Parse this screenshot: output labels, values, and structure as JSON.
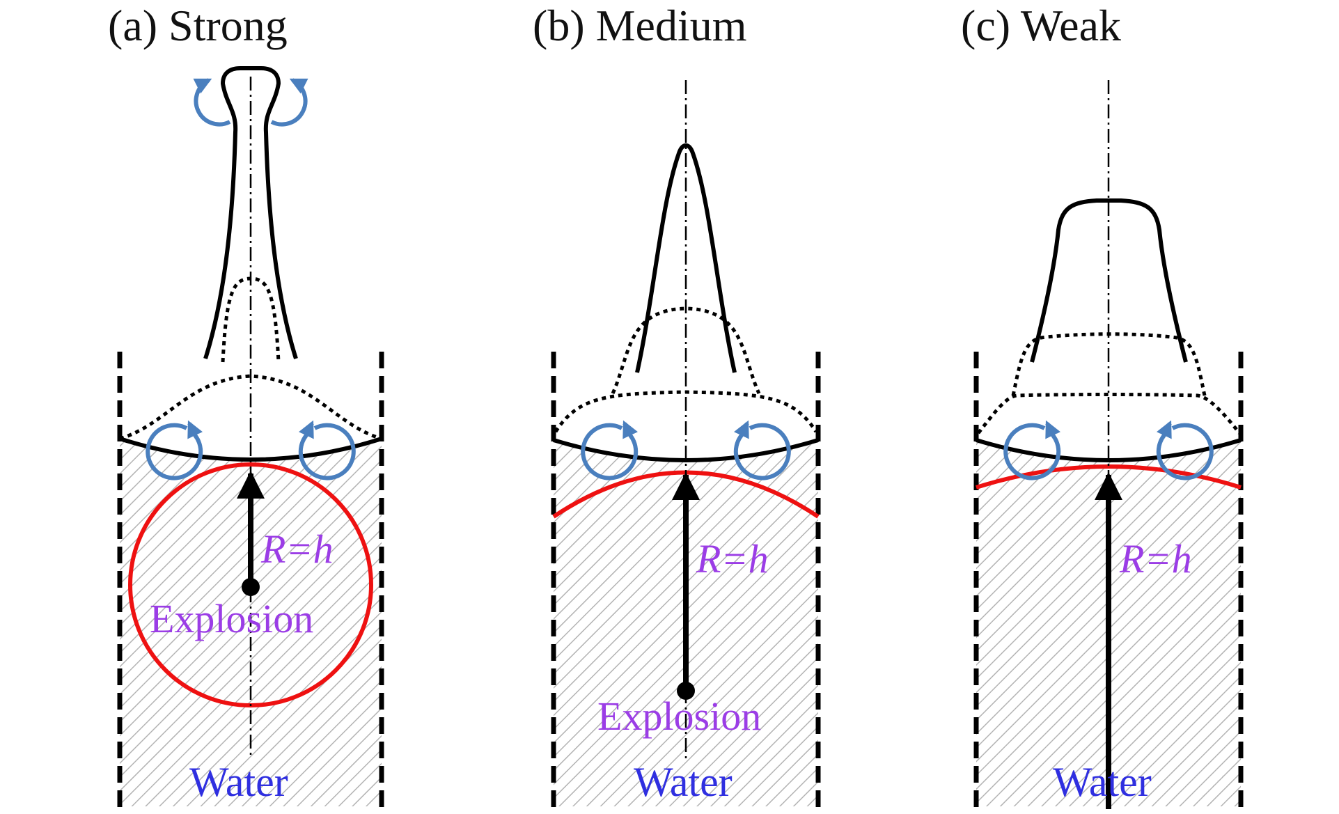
{
  "panels": [
    {
      "title": "(a) Strong",
      "radius_label": "R=h",
      "explosion_label": "Explosion",
      "water_label": "Water"
    },
    {
      "title": "(b) Medium",
      "radius_label": "R=h",
      "explosion_label": "Explosion",
      "water_label": "Water"
    },
    {
      "title": "(c) Weak",
      "radius_label": "R=h",
      "water_label": "Water"
    }
  ],
  "colors": {
    "label_purple": "#9b3de6",
    "label_blue": "#2f2fe0",
    "explosion_circle": "#ee1111",
    "vortex_arrows": "#4a7fbe",
    "outline": "#000000",
    "hatch": "#b3b3b3"
  }
}
